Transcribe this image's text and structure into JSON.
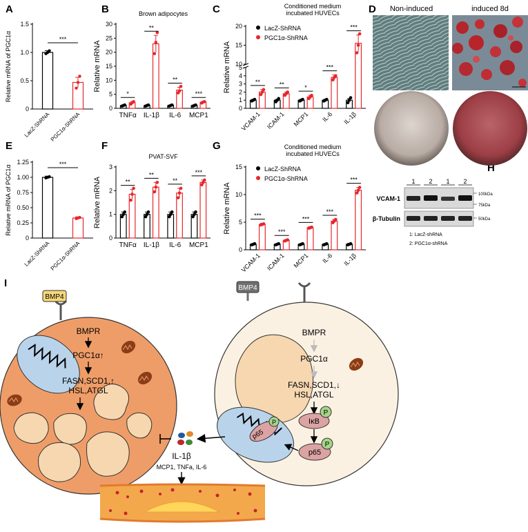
{
  "panel_letters": {
    "A": "A",
    "B": "B",
    "C": "C",
    "D": "D",
    "E": "E",
    "F": "F",
    "G": "G",
    "H": "H",
    "I": "I"
  },
  "colors": {
    "black": "#000000",
    "red": "#e8262a",
    "adipocyte_fill": "#ef9d68",
    "adipocyte_edge": "#333333",
    "droplet": "#f6d7b0",
    "nucleus": "#b9d3ea",
    "cell_fill": "#fbf1e2",
    "bmp4_yellow": "#f6d778",
    "bmp4_grey": "#6f6f6f",
    "mito": "#8c3d17",
    "p_green": "#a6d58a",
    "p65_pink": "#dca3a3",
    "vessel": "#f0a343"
  },
  "chart_data": [
    {
      "panel": "A",
      "type": "bar",
      "title": "",
      "ylabel": "Relative mRNA of PGC1α",
      "categories": [
        "LacZ-ShRNA",
        "PGC1α-ShRNA"
      ],
      "values": [
        1.0,
        0.47
      ],
      "errors": [
        0.03,
        0.09
      ],
      "points": [
        [
          0.98,
          1.0,
          1.03
        ],
        [
          0.37,
          0.47,
          0.58
        ]
      ],
      "ylim": [
        0,
        1.5
      ],
      "yticks": [
        0,
        0.5,
        1.0,
        1.5
      ],
      "ytick_labels": [
        "0",
        "0.5",
        "1.0",
        "1.5"
      ],
      "significance": [
        "***"
      ]
    },
    {
      "panel": "B",
      "type": "bar",
      "title": "Brown adipocytes",
      "ylabel": "Relative mRNA",
      "groups": [
        "TNFα",
        "IL-1β",
        "IL-6",
        "MCP1"
      ],
      "series": [
        {
          "values": [
            1.0,
            1.0,
            1.0,
            1.0
          ],
          "errors": [
            0.1,
            0.1,
            0.1,
            0.1
          ]
        },
        {
          "values": [
            2.0,
            23.0,
            6.5,
            2.2
          ],
          "errors": [
            0.4,
            3.0,
            1.0,
            0.2
          ]
        }
      ],
      "points": [
        [
          [
            0.8,
            1.0,
            1.2
          ],
          [
            1.5,
            2.0,
            2.4
          ]
        ],
        [
          [
            0.8,
            1.0,
            1.2
          ],
          [
            19.5,
            23.5,
            27.0
          ]
        ],
        [
          [
            0.8,
            1.0,
            1.2
          ],
          [
            5.5,
            6.2,
            7.8
          ]
        ],
        [
          [
            0.8,
            1.0,
            1.2
          ],
          [
            1.9,
            2.2,
            2.4
          ]
        ]
      ],
      "ylim": [
        0,
        30
      ],
      "yticks": [
        0,
        5,
        10,
        15,
        20,
        25,
        30
      ],
      "ytick_labels": [
        "0",
        "5",
        "10",
        "15",
        "20",
        "25",
        "30"
      ],
      "significance": [
        "*",
        "**",
        "**",
        "***"
      ]
    },
    {
      "panel": "C",
      "type": "bar",
      "title": "Conditioned medium incubated HUVECs",
      "title_lines": [
        "Conditioned medium",
        "incubated HUVECs"
      ],
      "ylabel": "Relative mRNA",
      "legend": [
        "LacZ-ShRNA",
        "PGC1α-ShRNA"
      ],
      "groups": [
        "VCAM-1",
        "ICAM-1",
        "MCP1",
        "IL-6",
        "IL-1β"
      ],
      "series": [
        {
          "values": [
            1.0,
            1.0,
            1.0,
            1.0,
            1.0
          ],
          "errors": [
            0.1,
            0.1,
            0.1,
            0.1,
            0.2
          ]
        },
        {
          "values": [
            2.0,
            1.8,
            1.4,
            3.8,
            15.5
          ],
          "errors": [
            0.3,
            0.2,
            0.2,
            0.3,
            2.2
          ]
        }
      ],
      "points": [
        [
          [
            0.9,
            1.0,
            1.1
          ],
          [
            1.7,
            2.0,
            2.3
          ]
        ],
        [
          [
            0.8,
            1.0,
            1.2
          ],
          [
            1.6,
            1.8,
            2.0
          ]
        ],
        [
          [
            0.9,
            1.0,
            1.1
          ],
          [
            1.2,
            1.4,
            1.6
          ]
        ],
        [
          [
            0.9,
            1.0,
            1.1
          ],
          [
            3.5,
            3.8,
            4.0
          ]
        ],
        [
          [
            0.7,
            1.0,
            1.3
          ],
          [
            13.0,
            15.0,
            18.0
          ]
        ]
      ],
      "ylim": [
        0,
        20
      ],
      "y_break": [
        5,
        10
      ],
      "yticks": [
        0,
        1,
        2,
        3,
        4,
        5,
        10,
        15,
        20
      ],
      "ytick_labels": [
        "0",
        "1",
        "2",
        "3",
        "4",
        "5",
        "10",
        "15",
        "20"
      ],
      "significance": [
        "**",
        "**",
        "*",
        "***",
        "***"
      ]
    },
    {
      "panel": "E",
      "type": "bar",
      "title": "",
      "ylabel": "Relative mRNA of PGC1α",
      "categories": [
        "LacZ-ShRNA",
        "PGC1α-ShRNA"
      ],
      "values": [
        1.0,
        0.33
      ],
      "errors": [
        0.02,
        0.02
      ],
      "points": [
        [
          0.99,
          1.0,
          1.01
        ],
        [
          0.32,
          0.33,
          0.34
        ]
      ],
      "ylim": [
        0,
        1.25
      ],
      "yticks": [
        0,
        0.25,
        0.5,
        0.75,
        1.0,
        1.25
      ],
      "ytick_labels": [
        "0",
        "0.25",
        "0.50",
        "0.75",
        "1.00",
        "1.25"
      ],
      "significance": [
        "***"
      ]
    },
    {
      "panel": "F",
      "type": "bar",
      "title": "PVAT-SVF",
      "ylabel": "Relative mRNA",
      "groups": [
        "TNFα",
        "IL-1β",
        "IL-6",
        "MCP1"
      ],
      "series": [
        {
          "values": [
            1.0,
            1.0,
            1.0,
            1.0
          ],
          "errors": [
            0.1,
            0.1,
            0.1,
            0.1
          ]
        },
        {
          "values": [
            1.85,
            2.15,
            1.9,
            2.35
          ],
          "errors": [
            0.2,
            0.2,
            0.2,
            0.1
          ]
        }
      ],
      "points": [
        [
          [
            0.9,
            1.0,
            1.1
          ],
          [
            1.6,
            1.85,
            2.1
          ]
        ],
        [
          [
            0.9,
            1.0,
            1.1
          ],
          [
            1.95,
            2.15,
            2.35
          ]
        ],
        [
          [
            0.9,
            1.0,
            1.1
          ],
          [
            1.7,
            1.9,
            2.1
          ]
        ],
        [
          [
            0.9,
            1.0,
            1.1
          ],
          [
            2.25,
            2.35,
            2.45
          ]
        ]
      ],
      "ylim": [
        0,
        3
      ],
      "yticks": [
        0,
        1,
        2,
        3
      ],
      "ytick_labels": [
        "0",
        "1",
        "2",
        "3"
      ],
      "significance": [
        "**",
        "**",
        "**",
        "***"
      ]
    },
    {
      "panel": "G",
      "type": "bar",
      "title": "Conditioned medium incubated HUVECs",
      "title_lines": [
        "Conditioned medium",
        "incubated HUVECs"
      ],
      "ylabel": "Relative mRNA",
      "legend": [
        "LacZ-ShRNA",
        "PGC1α-ShRNA"
      ],
      "groups": [
        "VCAM-1",
        "ICAM-1",
        "MCP1",
        "IL-6",
        "IL-1β"
      ],
      "series": [
        {
          "values": [
            1.0,
            1.0,
            1.0,
            1.0,
            1.0
          ],
          "errors": [
            0.1,
            0.1,
            0.1,
            0.1,
            0.15
          ]
        },
        {
          "values": [
            4.6,
            1.7,
            4.0,
            5.2,
            10.8
          ],
          "errors": [
            0.2,
            0.15,
            0.2,
            0.3,
            0.5
          ]
        }
      ],
      "points": [
        [
          [
            0.9,
            1.0,
            1.1
          ],
          [
            4.5,
            4.6,
            4.7
          ]
        ],
        [
          [
            0.9,
            1.0,
            1.1
          ],
          [
            1.6,
            1.7,
            1.8
          ]
        ],
        [
          [
            0.9,
            1.0,
            1.1
          ],
          [
            3.9,
            4.0,
            4.1
          ]
        ],
        [
          [
            0.9,
            1.0,
            1.1
          ],
          [
            4.9,
            5.2,
            5.5
          ]
        ],
        [
          [
            0.9,
            1.0,
            1.1
          ],
          [
            10.3,
            10.8,
            11.3
          ]
        ]
      ],
      "ylim": [
        0,
        15
      ],
      "yticks": [
        0,
        5,
        10,
        15
      ],
      "ytick_labels": [
        "0",
        "5",
        "10",
        "15"
      ],
      "significance": [
        "***",
        "***",
        "***",
        "***",
        "***"
      ]
    }
  ],
  "panel_d": {
    "col_labels": [
      "Non-induced",
      "induced 8d"
    ]
  },
  "panel_h": {
    "lane_labels": [
      "1",
      "2",
      "1",
      "2"
    ],
    "rows": [
      "VCAM-1",
      "β-Tubulin"
    ],
    "markers": [
      "100kDa",
      "75kDa",
      "50kDa"
    ],
    "key": [
      "1:  LacZ-shRNA",
      "2:  PGC1α-shRNA"
    ]
  },
  "panel_i": {
    "left": {
      "receptor_ligand": "BMP4",
      "nodes": [
        "BMPR",
        "PGC1α↑",
        "FASN,SCD1,↑",
        "HSL,ATGL"
      ]
    },
    "right": {
      "receptor_ligand": "BMP4",
      "nodes": [
        "BMPR",
        "PGC1α",
        "FASN,SCD1,↓",
        "HSL,ATGL",
        "IκB",
        "p65",
        "p65",
        "P",
        "P",
        "P"
      ]
    },
    "cytokine_main": "IL-1β",
    "cytokine_sub": "MCP1, TNFa, IL-6"
  }
}
